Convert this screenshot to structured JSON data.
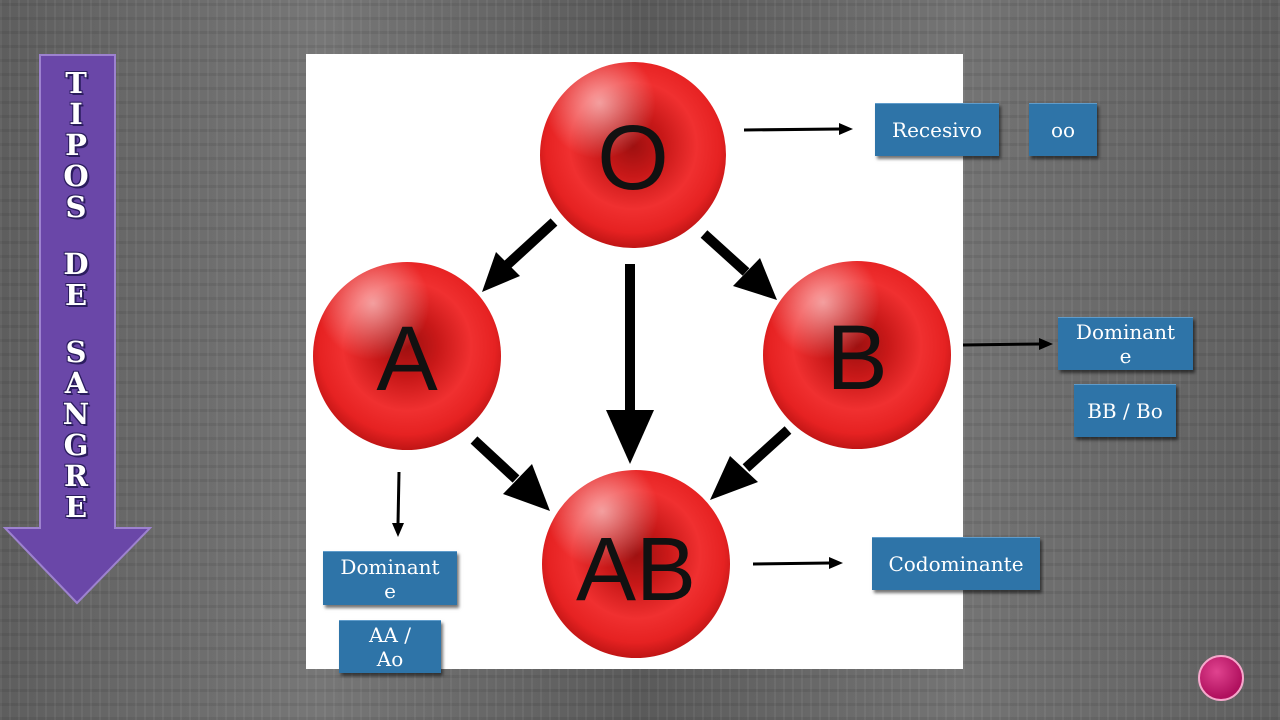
{
  "title": {
    "words": [
      {
        "letters": [
          "T",
          "I",
          "P",
          "O",
          "S"
        ]
      },
      {
        "letters": [
          "D",
          "E"
        ]
      },
      {
        "letters": [
          "S",
          "A",
          "N",
          "G",
          "R",
          "E"
        ]
      }
    ]
  },
  "cells": {
    "o": "O",
    "a": "A",
    "b": "B",
    "ab": "AB"
  },
  "labels": {
    "o_type": "Recesivo",
    "o_genotype": "oo",
    "b_type": "Dominant\ne",
    "b_genotype": "BB / Bo",
    "a_type": "Dominant\ne",
    "a_genotype": "AA /\nAo",
    "ab_type": "Codominante"
  },
  "colors": {
    "title_arrow": "#6a47a8",
    "label_box": "#2e74a8",
    "cell_red": "#e52525",
    "nav_button": "#c4186e"
  }
}
